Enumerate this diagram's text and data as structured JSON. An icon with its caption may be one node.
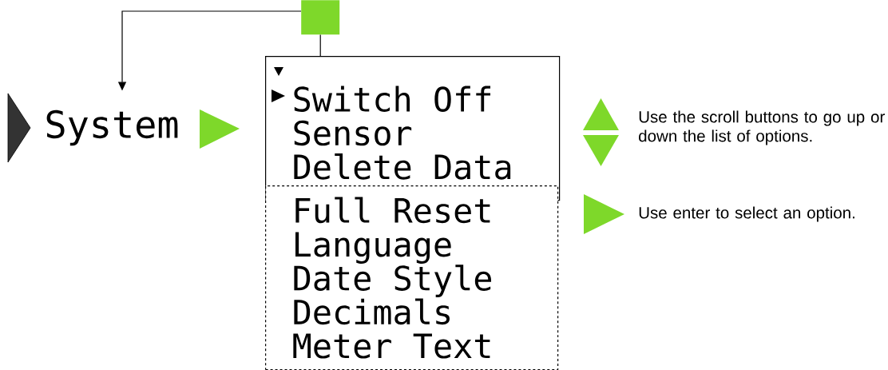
{
  "diagram": {
    "nodes": [
      {
        "text": [],
        "shape": "box"
      },
      {
        "text": [
          "System"
        ]
      },
      {
        "text": [
          "Switch Off",
          "Sensor",
          "Delete Data"
        ]
      },
      {
        "text": [
          "Full Reset",
          "Language",
          "Date Style",
          "Decimals",
          "Meter Text"
        ]
      }
    ],
    "edges": [
      {
        "from": 0,
        "to": 1,
        "arrow": "to"
      },
      {
        "from": 0,
        "to": 2,
        "arrow": "none"
      }
    ],
    "legend": [
      {
        "text": "Use the scroll buttons to go up or down the list of options."
      },
      {
        "text": "Use enter to select an option."
      }
    ]
  }
}
